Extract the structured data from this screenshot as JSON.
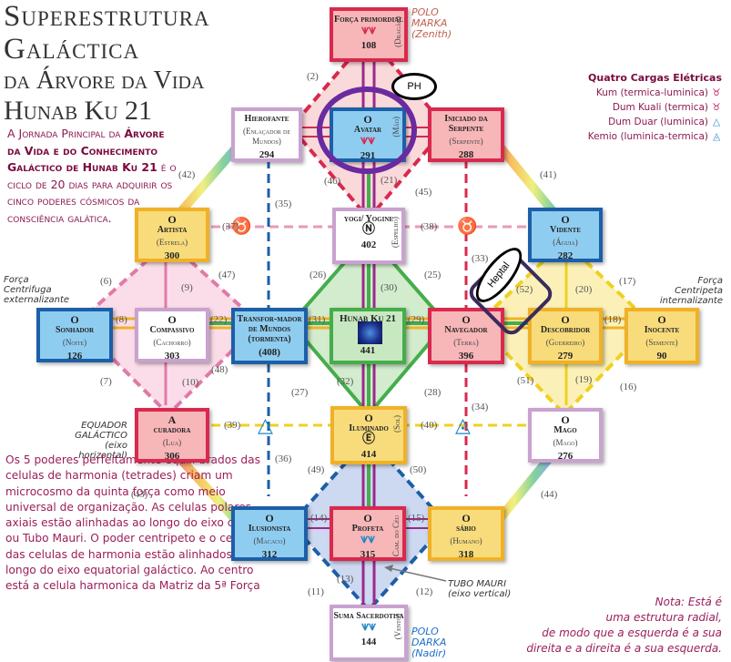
{
  "title": {
    "line1": "Superestrutura",
    "line2": "Galáctica",
    "line3": "da Árvore da Vida",
    "line4": "Hunab Ku 21"
  },
  "intro": {
    "part1": "A Jornada Principal da ",
    "bold": "Árvore da Vida e do Conhecimento Galáctico de Hunab Ku 21",
    "part2": " é o ciclo de 20 dias para adquirir os cinco poderes cósmicos da consciência galática."
  },
  "legend": {
    "heading": "Quatro Cargas Elétricas",
    "items": [
      {
        "label": "Kum (termica-luminica)",
        "icon": "kum-icon",
        "glyph": "♉",
        "color": "#c2185b"
      },
      {
        "label": "Dum Kuali (termica)",
        "icon": "dum-kuali-icon",
        "glyph": "♉",
        "color": "#c2185b"
      },
      {
        "label": "Dum Duar (luminica)",
        "icon": "dum-duar-icon",
        "glyph": "△",
        "color": "#1e88c8"
      },
      {
        "label": "Kemio (luminica-termica)",
        "icon": "kemio-icon",
        "glyph": "◬",
        "color": "#1e88c8"
      }
    ]
  },
  "polo_marka": {
    "line1": "POLO",
    "line2": "MARKA",
    "line3": "(Zenith)"
  },
  "polo_darka": {
    "line1": "POLO",
    "line2": "DARKA",
    "line3": "(Nadir)"
  },
  "forca_centrifuga": {
    "line1": "Força",
    "line2": "Centrifuga",
    "line3": "externalizante"
  },
  "forca_centripeta": {
    "line1": "Força",
    "line2": "Centripeta",
    "line3": "internalizante"
  },
  "equador": {
    "line1": "EQUADOR",
    "line2": "GALÁCTICO",
    "line3": "(eixo horizontal)"
  },
  "tubo_mauri": {
    "line1": "TUBO MAURI",
    "line2": "(eixo vertical)"
  },
  "lower_text": "Os 5 poderes perfeitamente equili-brados das celulas de harmonia (tetrades) criam um microcosmo da quinta força como meio universal de organização. As celulas polares axiais estão alinhadas ao longo do eixo central, ou Tubo Mauri. O poder centripeto e o centrifugo das celulas de harmonia estão alinhados ao longo do eixo equatorial galáctico. Ao centro está a celula harmonica da Matriz da 5ª Força",
  "nota": {
    "line1": "Nota: Está é",
    "line2": "uma estrutura radial,",
    "line3": "de modo que a esquerda é a sua",
    "line4": "direita e a direita é a sua esquerda."
  },
  "annotations": {
    "ph": "PH",
    "heptal": "Heptal"
  },
  "nodes": {
    "forca": {
      "o": "",
      "name": "Força primordial",
      "sub": "",
      "glyph": "⩛⩛",
      "num": "108",
      "side": "(Dragão)"
    },
    "hierofante": {
      "o": "",
      "name": "Hierofante",
      "sub": "(Enlaçador de Mundos)",
      "num": "294"
    },
    "avatar": {
      "o": "O",
      "name": "Avatar",
      "glyph": "⩛⩛",
      "num": "291",
      "side": "(Mão)"
    },
    "iniciado": {
      "o": "",
      "name": "Iniciado da Serpente",
      "sub": "(Serpente)",
      "num": "288"
    },
    "artista": {
      "o": "O",
      "name": "Artista",
      "sub": "(Estrela)",
      "num": "300"
    },
    "yogi": {
      "o": "",
      "name": "yogi/ Yogine",
      "glyph": "Ⓝ",
      "num": "402",
      "side": "(Espelho)"
    },
    "vidente": {
      "o": "O",
      "name": "Vidente",
      "sub": "(Águia)",
      "num": "282"
    },
    "sonhador": {
      "o": "O",
      "name": "Sonhador",
      "sub": "(Noite)",
      "num": "126"
    },
    "compassivo": {
      "o": "O",
      "name": "Compassivo",
      "sub": "(Cachorro)",
      "num": "303"
    },
    "transformador": {
      "o": "",
      "name": "Transfor-mador de Mundos (tormenta)",
      "sub": "",
      "num": "(408)"
    },
    "hunab": {
      "o": "",
      "name": "Hunab Ku 21",
      "num": "441"
    },
    "navegador": {
      "o": "O",
      "name": "Navegador",
      "sub": "(Terra)",
      "num": "396"
    },
    "descobridor": {
      "o": "O",
      "name": "Descobridor",
      "sub": "(Guerreiro)",
      "num": "279"
    },
    "inocente": {
      "o": "O",
      "name": "Inocente",
      "sub": "(Semente)",
      "num": "90"
    },
    "curadora": {
      "o": "A",
      "name": "curadora",
      "sub": "(Lua)",
      "num": "306"
    },
    "iluminado": {
      "o": "O",
      "name": "Iluminado",
      "glyph": "Ⓔ",
      "num": "414",
      "side": "(Sol)"
    },
    "mago": {
      "o": "O",
      "name": "Mago",
      "sub": "(Mago)",
      "num": "276"
    },
    "ilusionista": {
      "o": "O",
      "name": "Ilusionista",
      "sub": "(Macaco)",
      "num": "312"
    },
    "profeta": {
      "o": "O",
      "name": "Profeta",
      "glyph": "⩛⩛",
      "num": "315",
      "side": "Cam. do Céu"
    },
    "sabio": {
      "o": "O",
      "name": "sábio",
      "sub": "(Humano)",
      "num": "318"
    },
    "suma": {
      "o": "",
      "name": "Suma Sacerdotisa",
      "glyph": "⩛⩛",
      "num": "144",
      "side": "(Vento)"
    }
  },
  "connections": [
    "(2)",
    "(6)",
    "(7)",
    "(8)",
    "(9)",
    "(10)",
    "(11)",
    "(12)",
    "(13)",
    "(14)",
    "(15)",
    "(16)",
    "(17)",
    "(18)",
    "(19)",
    "(20)",
    "(21)",
    "(22)",
    "(25)",
    "(26)",
    "(27)",
    "(28)",
    "(29)",
    "(30)",
    "(31)",
    "(32)",
    "(33)",
    "(34)",
    "(35)",
    "(36)",
    "(37)",
    "(38)",
    "(39)",
    "(40)",
    "(41)",
    "(42)",
    "(43)",
    "(44)",
    "(45)",
    "(46)",
    "(47)",
    "(48)",
    "(49)",
    "(50)",
    "(51)",
    "(52)"
  ]
}
